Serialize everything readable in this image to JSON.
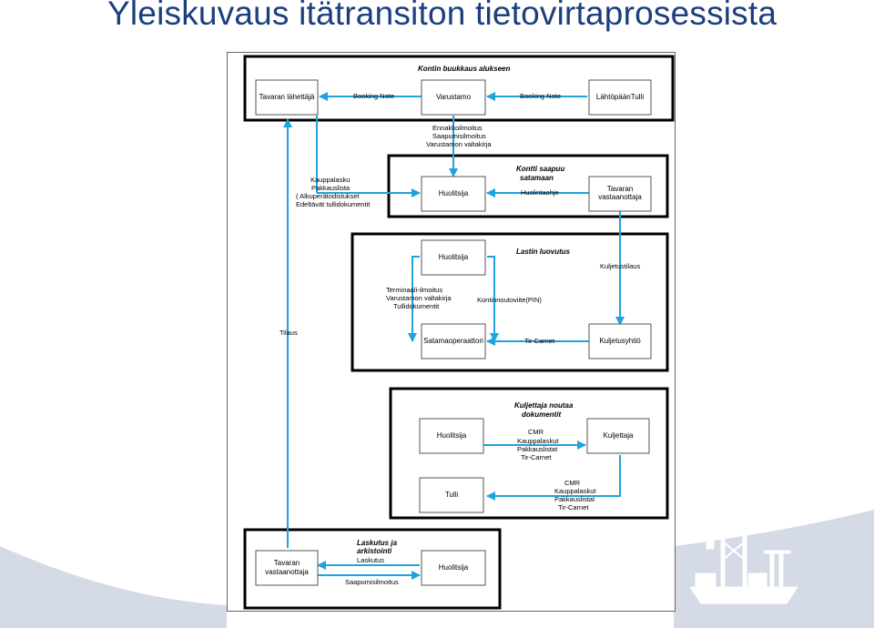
{
  "title": "Yleiskuvaus itätransiton tietovirtaprosessista",
  "colors": {
    "title": "#1b3f7e",
    "wave": "#d4dae6",
    "arrow": "#1fa3dd",
    "frame": "#000000"
  },
  "sections": {
    "s1": "Kontin buukkaus alukseen",
    "s2_a": "Kontti saapuu",
    "s2_b": "satamaan",
    "s3": "Lastin luovutus",
    "s4_a": "Kuljettaja noutaa",
    "s4_b": "dokumentit",
    "s5_a": "Laskutus ja",
    "s5_b": "arkistointi"
  },
  "nodes": {
    "tavaran_lahettaja": "Tavaran lähettäjä",
    "varustamo": "Varustamo",
    "lahtopaan_tulli": "LähtöpäänTulli",
    "huolitsija_2": "Huolitsija",
    "tavaran_vastaanottaja_a": "Tavaran",
    "tavaran_vastaanottaja_b": "vastaanottaja",
    "huolitsija_3": "Huolitsija",
    "satamaoperaattori": "Satamaoperaattori",
    "kuljetusyhtio": "Kuljetusyhtiö",
    "huolitsija_4": "Huolitsija",
    "kuljettaja": "Kuljettaja",
    "tulli": "Tulli",
    "tavaran_vastaanottaja_5a": "Tavaran",
    "tavaran_vastaanottaja_5b": "vastaanottaja",
    "huolitsija_5": "Huolitsija"
  },
  "labels": {
    "booking_note_1": "Booking Note",
    "booking_note_2": "Booking Note",
    "ennakko": [
      "Ennakkoilmoitus",
      "Saapumisilmoitus",
      "Varustamon valtakirja"
    ],
    "kauppalasku": [
      "Kauppalasku",
      "Pakkauslista",
      "( Alkuperätodistukset",
      "Edeltävät tullidokumentit"
    ],
    "huolintaohje": "Huolintaohje",
    "kuljetustilaus": "Kuljetustilaus",
    "terminaali": [
      "Terminaali-ilmoitus",
      "Varustamon valtakirja",
      "Tullidokumentit"
    ],
    "kontinnouto": "Kontinnoutoviite(PIN)",
    "tir_carnet": "Tir Carnet",
    "tilaus": "Tilaus",
    "cmr_1": [
      "CMR",
      "Kauppalaskut",
      "Pakkauslistat",
      "Tir-Carnet"
    ],
    "cmr_2": [
      "CMR",
      "Kauppalaskut",
      "Pakkauslistat",
      "Tir-Carnet"
    ],
    "laskutus": "Laskutus",
    "saapumisilmoitus": "Saapumisilmoitus"
  }
}
